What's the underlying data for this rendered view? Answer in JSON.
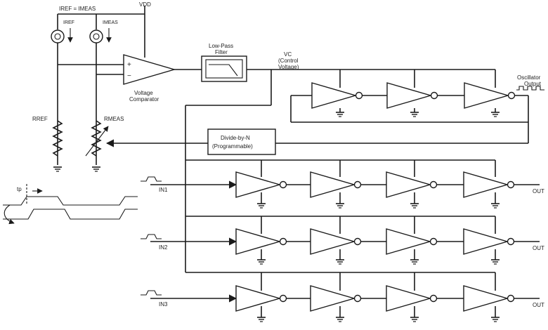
{
  "labels": {
    "vdd": "VDD",
    "iref_eq": "IREF = IMEAS",
    "iref": "IREF",
    "imeas": "IMEAS",
    "comparator_l1": "Voltage",
    "comparator_l2": "Comparator",
    "filter_l1": "Low-Pass",
    "filter_l2": "Filter",
    "vc_l1": "VC",
    "vc_l2": "(Control",
    "vc_l3": "Voltage)",
    "osc_l1": "Oscillator",
    "osc_l2": "Output",
    "divider_l1": "Divide-by-N",
    "divider_l2": "(Programmable)",
    "rref": "RREF",
    "rmeas": "RMEAS",
    "tp": "tp",
    "in1": "IN1",
    "in2": "IN2",
    "in3": "IN3",
    "out1": "OUT",
    "out2": "OUT",
    "out3": "OUT"
  }
}
